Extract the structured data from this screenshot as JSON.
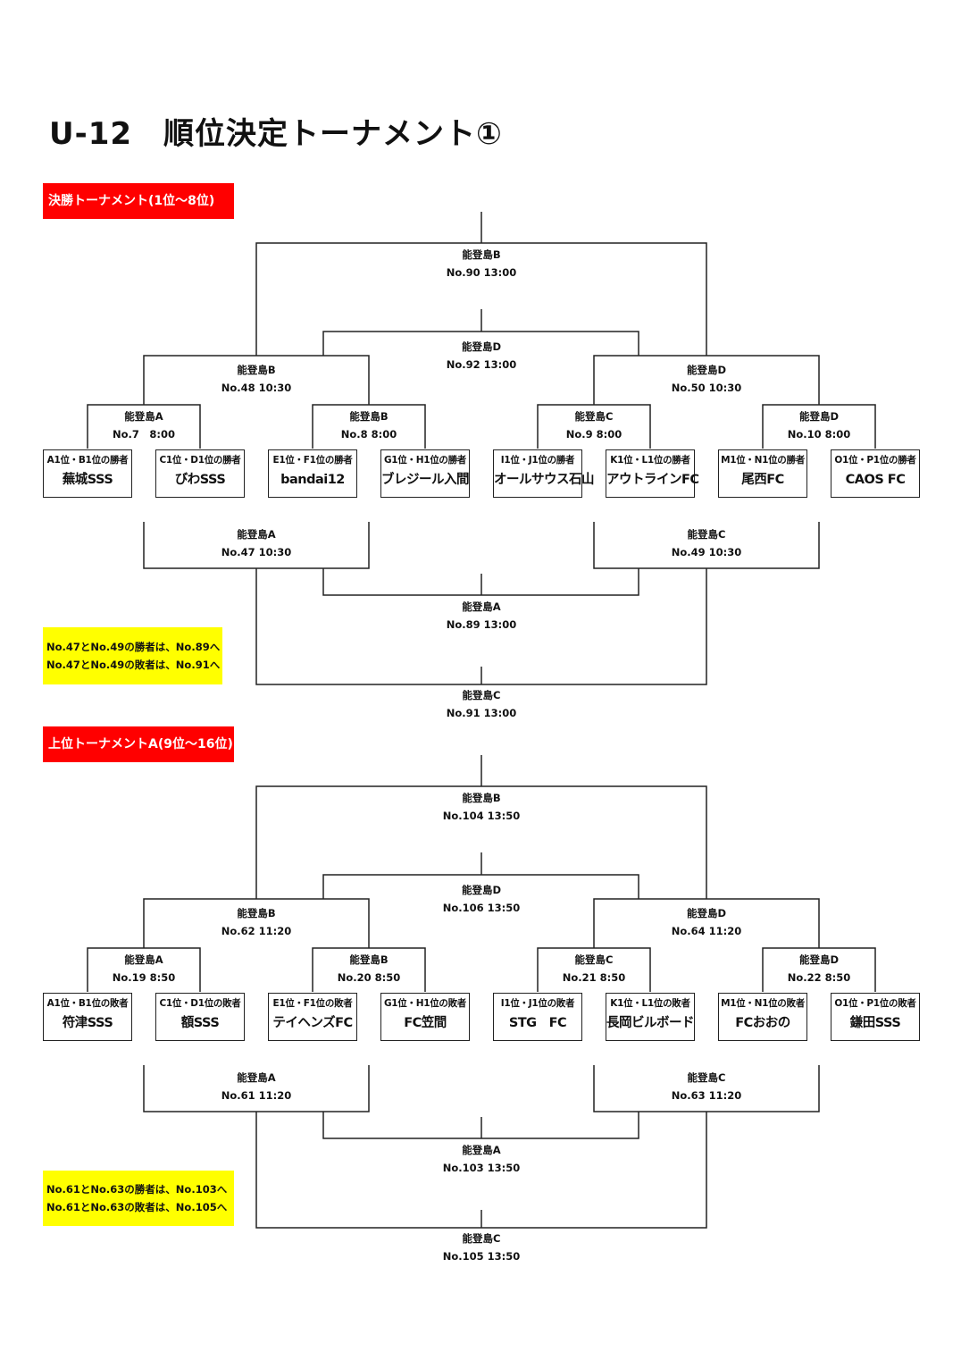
{
  "title": "U-12　順位決定トーナメント①",
  "sections": [
    {
      "label": "決勝トーナメント(1位～8位)",
      "final": {
        "venue": "能登島B",
        "match": "No.90 13:00"
      },
      "third": {
        "venue": "能登島D",
        "match": "No.92 13:00"
      },
      "semi_left": {
        "venue": "能登島B",
        "match": "No.48 10:30"
      },
      "semi_right": {
        "venue": "能登島D",
        "match": "No.50 10:30"
      },
      "quarters": [
        {
          "venue": "能登島A",
          "match": "No.7　8:00"
        },
        {
          "venue": "能登島B",
          "match": "No.8 8:00"
        },
        {
          "venue": "能登島C",
          "match": "No.9 8:00"
        },
        {
          "venue": "能登島D",
          "match": "No.10 8:00"
        }
      ],
      "teams": [
        {
          "seed": "A1位・B1位の勝者",
          "name": "蕪城SSS"
        },
        {
          "seed": "C1位・D1位の勝者",
          "name": "びわSSS"
        },
        {
          "seed": "E1位・F1位の勝者",
          "name": "bandai12"
        },
        {
          "seed": "G1位・H1位の勝者",
          "name": "ブレジール入間"
        },
        {
          "seed": "I1位・J1位の勝者",
          "name": "オールサウス石山"
        },
        {
          "seed": "K1位・L1位の勝者",
          "name": "アウトラインFC"
        },
        {
          "seed": "M1位・N1位の勝者",
          "name": "尾西FC"
        },
        {
          "seed": "O1位・P1位の勝者",
          "name": "CAOS FC"
        }
      ],
      "loser_left": {
        "venue": "能登島A",
        "match": "No.47 10:30"
      },
      "loser_right": {
        "venue": "能登島C",
        "match": "No.49 10:30"
      },
      "loser_final": {
        "venue": "能登島A",
        "match": "No.89 13:00"
      },
      "loser_third": {
        "venue": "能登島C",
        "match": "No.91 13:00"
      },
      "notes": [
        "No.47とNo.49の勝者は、No.89へ",
        "No.47とNo.49の敗者は、No.91へ"
      ]
    },
    {
      "label": "上位トーナメントA(9位～16位)",
      "final": {
        "venue": "能登島B",
        "match": "No.104 13:50"
      },
      "third": {
        "venue": "能登島D",
        "match": "No.106 13:50"
      },
      "semi_left": {
        "venue": "能登島B",
        "match": "No.62 11:20"
      },
      "semi_right": {
        "venue": "能登島D",
        "match": "No.64 11:20"
      },
      "quarters": [
        {
          "venue": "能登島A",
          "match": "No.19 8:50"
        },
        {
          "venue": "能登島B",
          "match": "No.20 8:50"
        },
        {
          "venue": "能登島C",
          "match": "No.21 8:50"
        },
        {
          "venue": "能登島D",
          "match": "No.22 8:50"
        }
      ],
      "teams": [
        {
          "seed": "A1位・B1位の敗者",
          "name": "符津SSS"
        },
        {
          "seed": "C1位・D1位の敗者",
          "name": "額SSS"
        },
        {
          "seed": "E1位・F1位の敗者",
          "name": "テイヘンズFC"
        },
        {
          "seed": "G1位・H1位の敗者",
          "name": "FC笠間"
        },
        {
          "seed": "I1位・J1位の敗者",
          "name": "STG　FC"
        },
        {
          "seed": "K1位・L1位の敗者",
          "name": "長岡ビルボード"
        },
        {
          "seed": "M1位・N1位の敗者",
          "name": "FCおおの"
        },
        {
          "seed": "O1位・P1位の敗者",
          "name": "鎌田SSS"
        }
      ],
      "loser_left": {
        "venue": "能登島A",
        "match": "No.61 11:20"
      },
      "loser_right": {
        "venue": "能登島C",
        "match": "No.63 11:20"
      },
      "loser_final": {
        "venue": "能登島A",
        "match": "No.103 13:50"
      },
      "loser_third": {
        "venue": "能登島C",
        "match": "No.105 13:50"
      },
      "notes": [
        "No.61とNo.63の勝者は、No.103へ",
        "No.61とNo.63の敗者は、No.105へ"
      ]
    }
  ]
}
